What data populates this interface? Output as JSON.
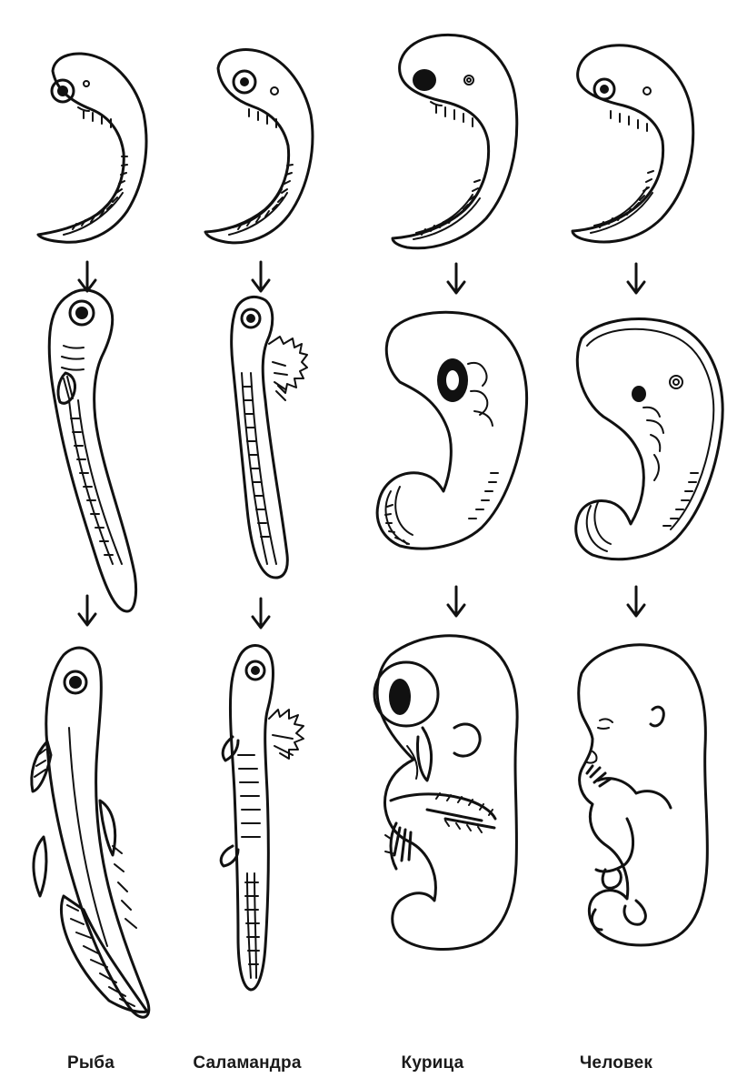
{
  "columns": [
    {
      "label": "Рыба"
    },
    {
      "label": "Саламандра"
    },
    {
      "label": "Курица"
    },
    {
      "label": "Человек"
    }
  ],
  "stages_per_column": 3,
  "colors": {
    "ink": "#111111",
    "paper": "#ffffff"
  }
}
